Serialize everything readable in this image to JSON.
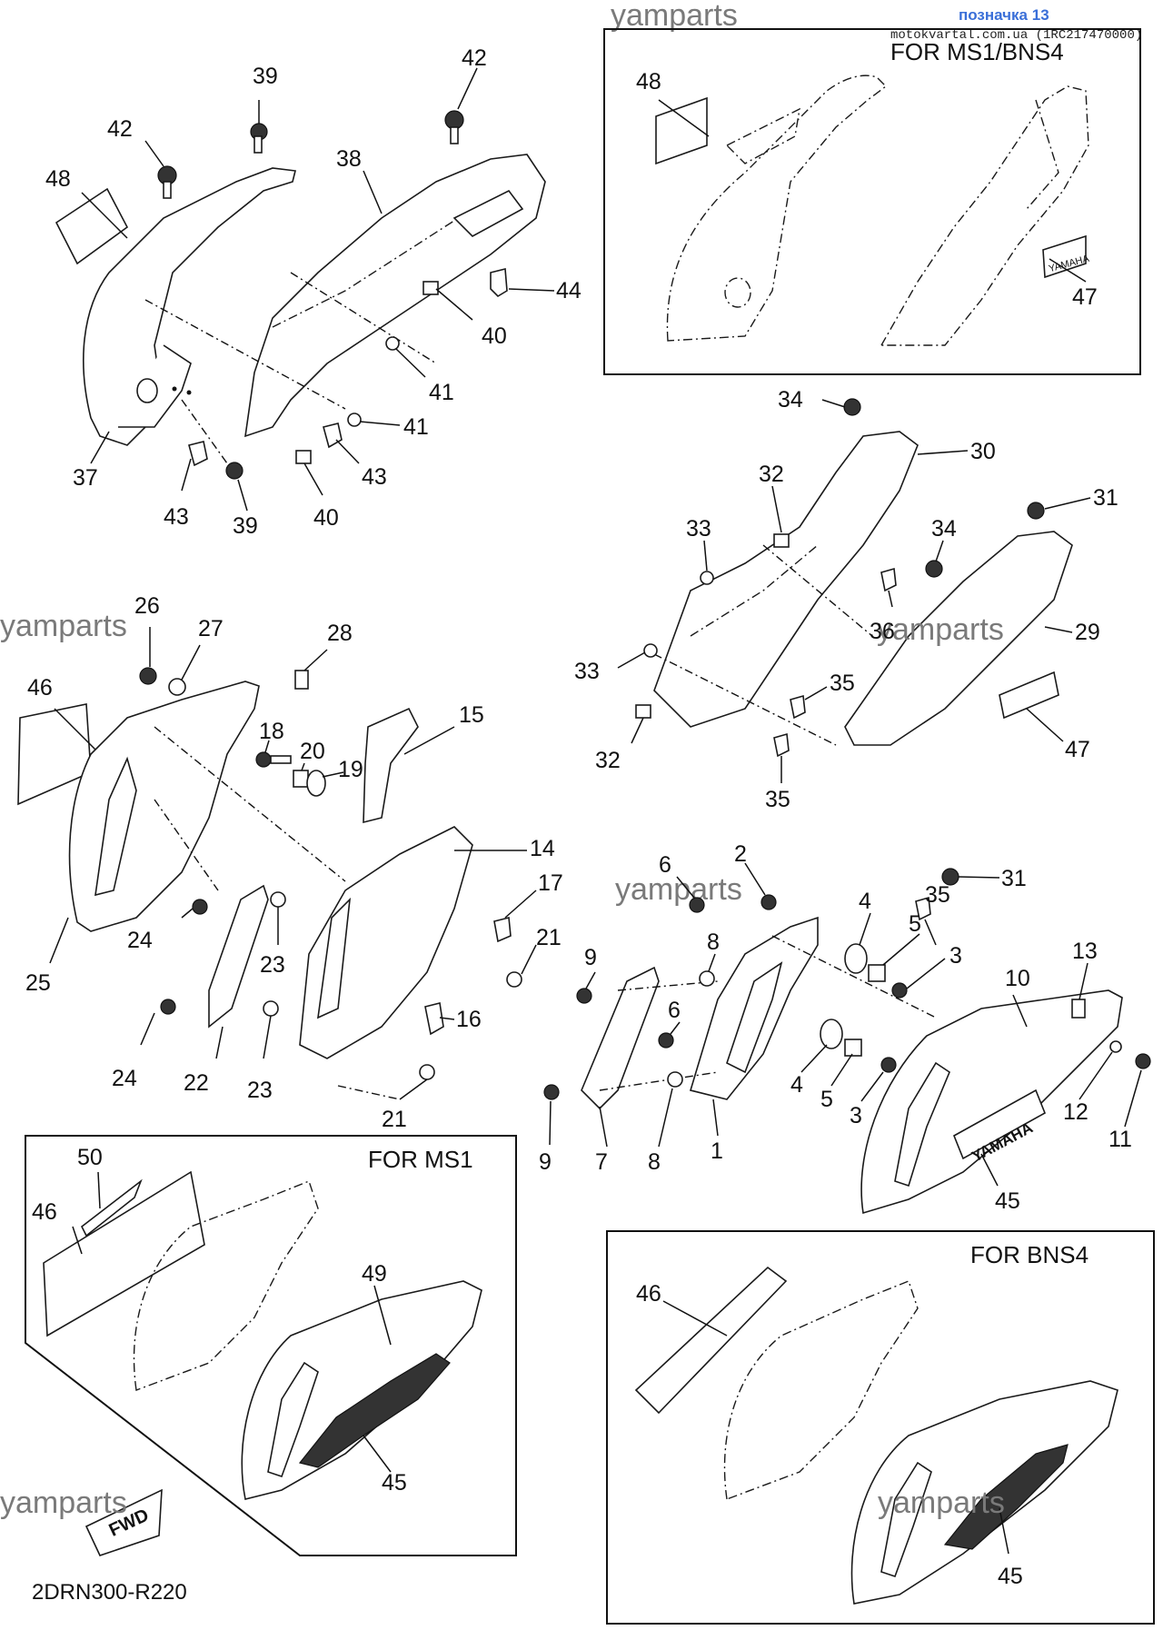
{
  "header": {
    "watermark": "yamparts",
    "badge": "позначка 13",
    "url": "motokvartal.com.ua (1RC217470000)"
  },
  "watermarks": [
    "yamparts",
    "yamparts",
    "yamparts",
    "yamparts",
    "yamparts"
  ],
  "insets": {
    "ms1_bns4": "FOR MS1/BNS4",
    "ms1": "FOR MS1",
    "bns4": "FOR BNS4"
  },
  "diagram_code": "2DRN300-R220",
  "fwd_label": "FWD",
  "yamaha_decal": "YAMAHA",
  "callouts": {
    "c39a": "39",
    "c42a": "42",
    "c42b": "42",
    "c48a": "48",
    "c38": "38",
    "c44": "44",
    "c40a": "40",
    "c41a": "41",
    "c41b": "41",
    "c43a": "43",
    "c43b": "43",
    "c37": "37",
    "c39b": "39",
    "c40b": "40",
    "c48b": "48",
    "c47a": "47",
    "c34a": "34",
    "c30": "30",
    "c32a": "32",
    "c33a": "33",
    "c31a": "31",
    "c34b": "34",
    "c36": "36",
    "c29": "29",
    "c33b": "33",
    "c35a": "35",
    "c32b": "32",
    "c47b": "47",
    "c35b": "35",
    "c31b": "31",
    "c35c": "35",
    "c26": "26",
    "c27": "27",
    "c28": "28",
    "c46a": "46",
    "c15": "15",
    "c18": "18",
    "c20": "20",
    "c19": "19",
    "c14": "14",
    "c17": "17",
    "c24a": "24",
    "c23a": "23",
    "c21a": "21",
    "c25": "25",
    "c16": "16",
    "c24b": "24",
    "c22": "22",
    "c23b": "23",
    "c21b": "21",
    "c2": "2",
    "c6a": "6",
    "c4a": "4",
    "c5a": "5",
    "c3a": "3",
    "c13": "13",
    "c10": "10",
    "c9a": "9",
    "c8a": "8",
    "c6b": "6",
    "c4b": "4",
    "c5b": "5",
    "c3b": "3",
    "c12": "12",
    "c11": "11",
    "c9b": "9",
    "c7": "7",
    "c8b": "8",
    "c1": "1",
    "c45a": "45",
    "c50": "50",
    "c46b": "46",
    "c49": "49",
    "c45b": "45",
    "c46c": "46",
    "c45c": "45"
  }
}
